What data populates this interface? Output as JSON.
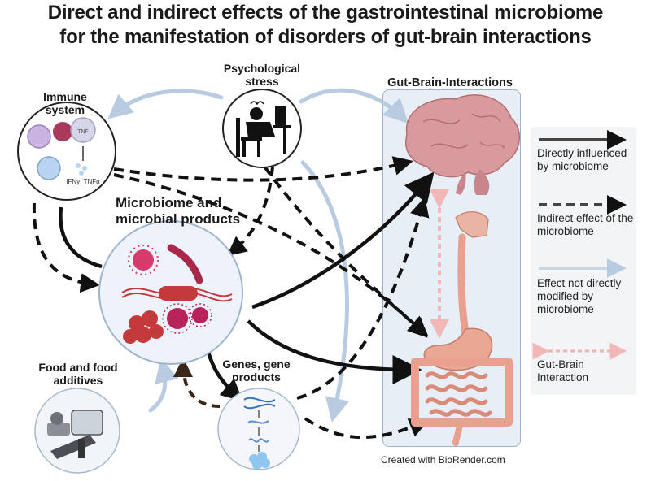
{
  "title": {
    "line1": "Direct and indirect effects of the gastrointestinal microbiome",
    "line2": "for the manifestation of disorders of gut-brain interactions"
  },
  "nodes": {
    "immune": {
      "label_line1": "Immune",
      "label_line2": "system",
      "cytokines": "IFNγ, TNFα",
      "cell_label": "TNF"
    },
    "stress": {
      "label_line1": "Psychological",
      "label_line2": "stress"
    },
    "gbi": {
      "label": "Gut-Brain-Interactions"
    },
    "microbiome": {
      "label_line1": "Microbiome and",
      "label_line2": "microbial products"
    },
    "food": {
      "label_line1": "Food and food",
      "label_line2": "additives"
    },
    "genes": {
      "label_line1": "Genes, gene",
      "label_line2": "products"
    }
  },
  "legend": [
    {
      "text": "Directly influenced by microbiome",
      "style": "solid-dark"
    },
    {
      "text": "Indirect effect of the microbiome",
      "style": "dashed-dark"
    },
    {
      "text": "Effect not directly modified by microbiome",
      "style": "solid-light"
    },
    {
      "text": "Gut-Brain Interaction",
      "style": "dashed-pink"
    }
  ],
  "credit": "Created with BioRender.com",
  "colors": {
    "dark_arrow": "#111111",
    "light_arrow": "#b9cbe0",
    "pink_arrow": "#f2b8b8",
    "panel_bg": "#e8eef6",
    "brain": "#d99a9e",
    "gut": "#e8a08f"
  }
}
